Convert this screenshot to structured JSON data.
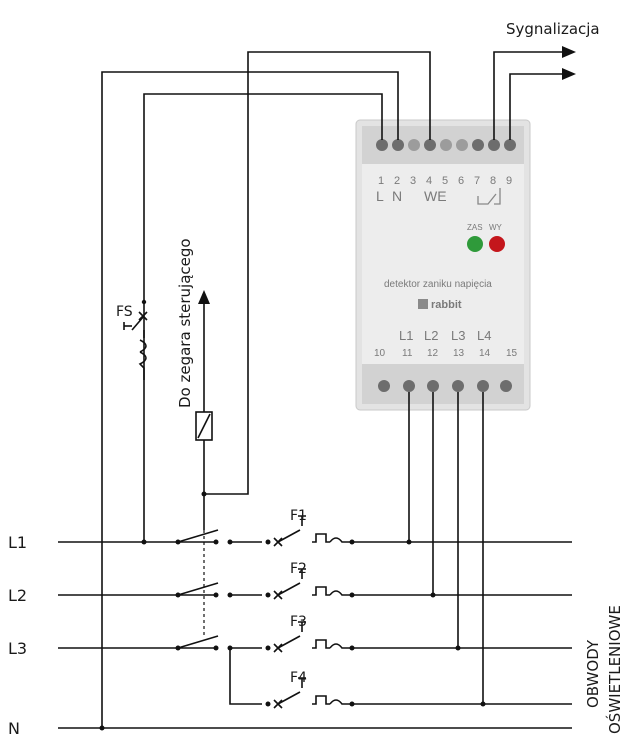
{
  "labels": {
    "signaling": "Sygnalizacja",
    "to_clock": "Do zegara sterującego",
    "circuits_1": "OBWODY",
    "circuits_2": "OŚWIETLENIOWE"
  },
  "lines": [
    "L1",
    "L2",
    "L3",
    "N"
  ],
  "switch_fs": "FS",
  "fuses": [
    "F1",
    "F2",
    "F3",
    "F4"
  ],
  "device": {
    "top_numbers": [
      "1",
      "2",
      "3",
      "4",
      "5",
      "6",
      "7",
      "8",
      "9"
    ],
    "top_l": "L",
    "top_n": "N",
    "top_we": "WE",
    "led_on_label": "ZAS",
    "led_off_label": "WY",
    "name": "detektor zaniku napięcia",
    "brand": "rabbit",
    "bottom_phases": [
      "L1",
      "L2",
      "L3",
      "L4"
    ],
    "bottom_numbers": [
      "10",
      "11",
      "12",
      "13",
      "14",
      "15"
    ],
    "led_on_color": "#2f9a3a",
    "led_off_color": "#c4161c"
  }
}
